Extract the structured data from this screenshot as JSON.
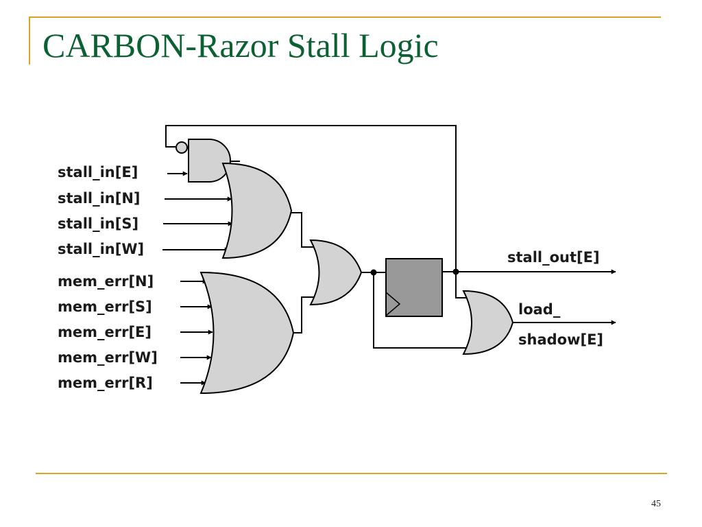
{
  "slide": {
    "title": "CARBON-Razor Stall Logic",
    "page_number": "45"
  },
  "colors": {
    "title_green": "#0b6132",
    "rule_gold": "#d9a520",
    "gate_fill": "#d3d3d3",
    "flipflop_fill": "#999999"
  },
  "diagram": {
    "inputs": [
      "stall_in[E]",
      "stall_in[N]",
      "stall_in[S]",
      "stall_in[W]",
      "mem_err[N]",
      "mem_err[S]",
      "mem_err[E]",
      "mem_err[W]",
      "mem_err[R]"
    ],
    "outputs": {
      "stall_out": "stall_out[E]",
      "load_line1": "load_",
      "load_line2": "shadow[E]"
    }
  }
}
